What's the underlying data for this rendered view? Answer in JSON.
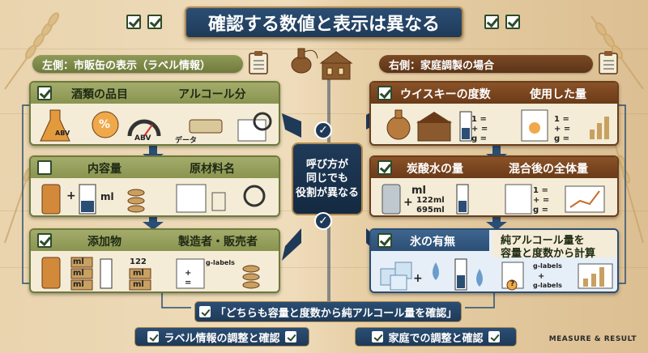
{
  "title": "確認する数値と表示は異なる",
  "left_header": "左側：市販缶の表示（ラベル情報）",
  "right_header": "右側：家庭調製の場合",
  "center_text": [
    "呼び方が",
    "同じでも",
    "役割が異なる"
  ],
  "left_cards": [
    {
      "items": [
        "酒類の品目",
        "アルコール分"
      ],
      "checked": true,
      "labels": [
        "ABV",
        "%",
        "ABV",
        "データ"
      ]
    },
    {
      "items": [
        "内容量",
        "原材料名"
      ],
      "checked": false,
      "labels": [
        "+",
        "ml"
      ]
    },
    {
      "items": [
        "添加物",
        "製造者・販売者"
      ],
      "checked": true,
      "labels": [
        "ml",
        "ml",
        "ml",
        "122",
        "ml",
        "ml",
        "g-labels",
        "+",
        "="
      ]
    }
  ],
  "right_cards": [
    {
      "items": [
        "ウイスキーの度数",
        "使用した量"
      ],
      "checked": true,
      "labels": [
        "1 =",
        "+ =",
        "g ="
      ]
    },
    {
      "items": [
        "炭酸水の量",
        "混合後の全体量"
      ],
      "checked": true,
      "labels": [
        "ml",
        "+",
        "122ml",
        "695ml",
        "1 =",
        "+ =",
        "g ="
      ]
    },
    {
      "items": [
        "氷の有無",
        "純アルコール量を",
        "容量と度数から計算"
      ],
      "checked": true,
      "labels": [
        "+",
        "g-labels",
        "+",
        "g-labels",
        "?"
      ]
    }
  ],
  "bottom_main": "「どちらも容量と度数から純アルコール量を確認」",
  "bottom_left": "ラベル情報の調整と確認",
  "bottom_right": "家庭での調整と確認",
  "footer": "MEASURE & RESULT",
  "colors": {
    "navy": "#1f3a58",
    "olive": "#7a8440",
    "brown": "#6a3a18",
    "wood": "#e9d4ae"
  }
}
